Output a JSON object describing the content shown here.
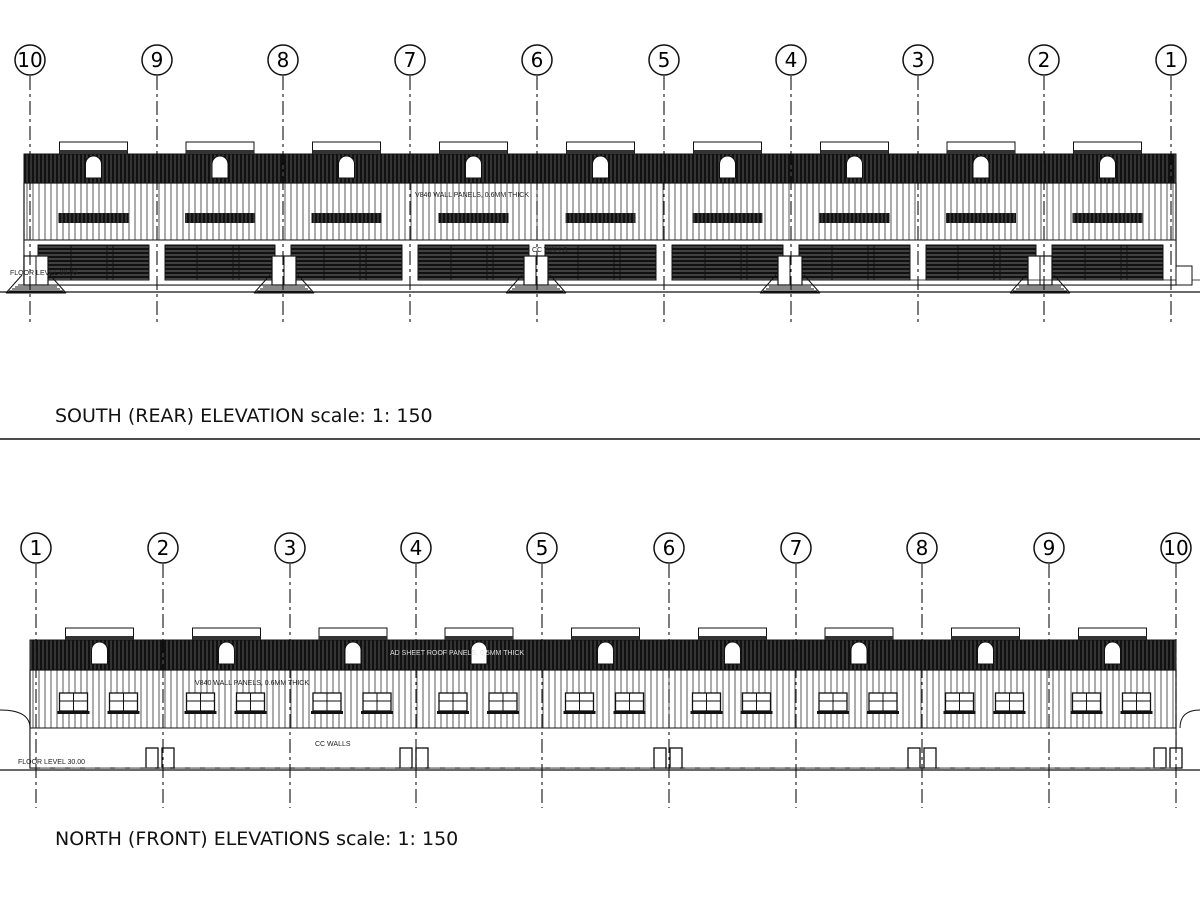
{
  "south": {
    "title": "SOUTH (REAR) ELEVATION   scale: 1: 150",
    "grid_labels": [
      "10",
      "9",
      "8",
      "7",
      "6",
      "5",
      "4",
      "3",
      "2",
      "1"
    ],
    "notes": {
      "wall_panels": "V840 WALL PANELS, 0.6MM THICK",
      "cc_walls": "CC WALLS",
      "floor_level": "FLOOR LEVEL 30.00"
    }
  },
  "north": {
    "title": "NORTH (FRONT) ELEVATIONS scale: 1: 150",
    "grid_labels": [
      "1",
      "2",
      "3",
      "4",
      "5",
      "6",
      "7",
      "8",
      "9",
      "10"
    ],
    "notes": {
      "wall_panels": "V840 WALL PANELS, 0.6MM THICK",
      "roof_panels": "AD SHEET ROOF PANELS, 0.5MM THICK",
      "cc_walls": "CC WALLS",
      "floor_level": "FLOOR LEVEL 30.00"
    }
  },
  "colors": {
    "line": "#111111",
    "fill_dark": "#1a1a1a",
    "paper": "#ffffff"
  }
}
